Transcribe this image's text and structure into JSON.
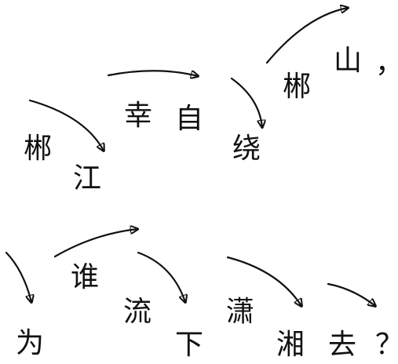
{
  "line1": {
    "c1": "郴",
    "c2": "江",
    "c3": "幸",
    "c4": "自",
    "c5": "绕",
    "c6": "郴",
    "c7": "山",
    "c8": "，"
  },
  "line2": {
    "c1": "为",
    "c2": "谁",
    "c3": "流",
    "c4": "下",
    "c5": "潇",
    "c6": "湘",
    "c7": "去",
    "c8": "？"
  }
}
